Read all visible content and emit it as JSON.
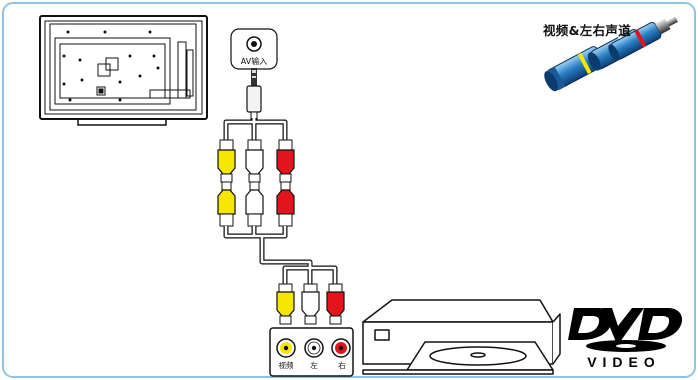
{
  "diagram": {
    "title": "视频&左右声道",
    "tv_port_label": "AV输入",
    "device_jack_labels": [
      "视频",
      "左",
      "右"
    ],
    "logo_text": "DVD",
    "logo_subtext": "VIDEO",
    "plug_colors": {
      "video": "#f6e600",
      "left": "#ffffff",
      "right": "#e3141b",
      "frame": "#8fc3e6",
      "body": "#2a7fc4"
    }
  }
}
